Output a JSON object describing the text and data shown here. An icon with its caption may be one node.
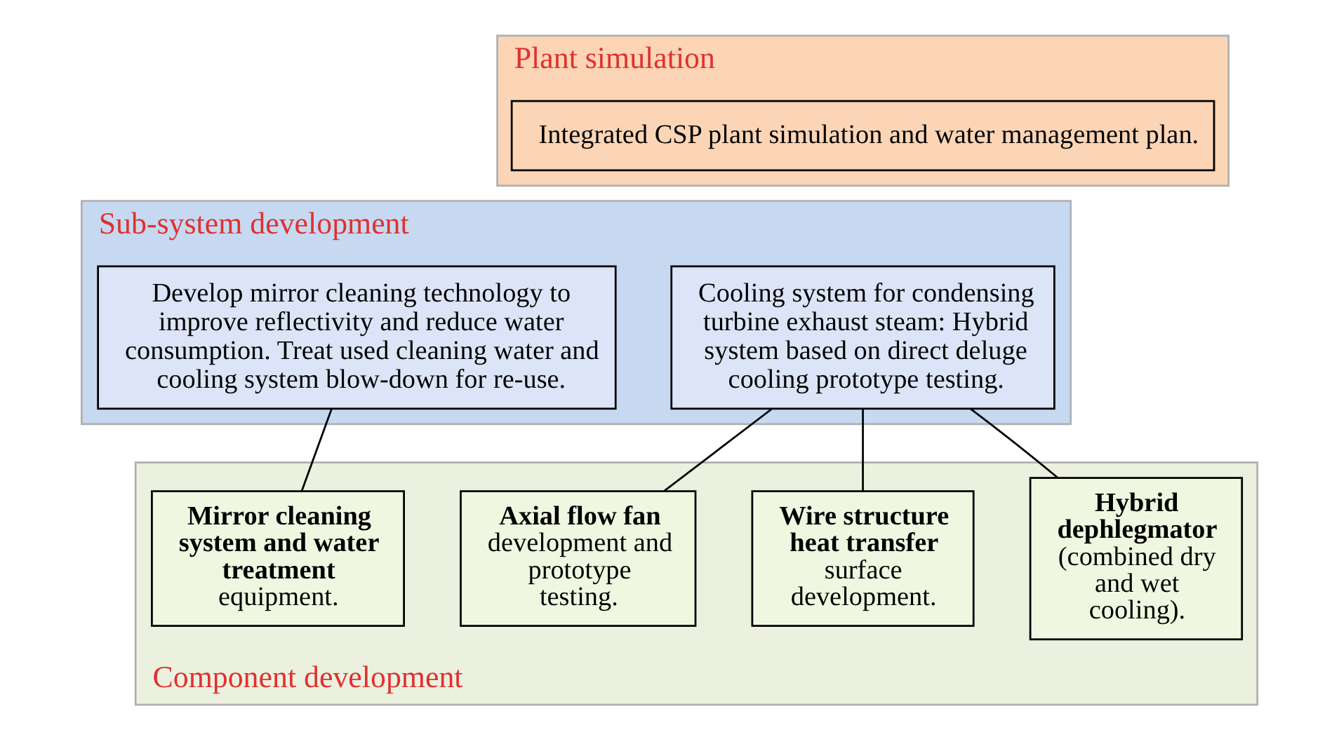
{
  "diagram": {
    "nodes": [
      {
        "text": [
          "Plant simulation"
        ]
      },
      {
        "text": [
          "Integrated CSP plant simulation and water management plan."
        ],
        "in": 0
      },
      {
        "text": [
          "Sub-system development"
        ]
      },
      {
        "text": [
          "Cooling system for condensing turbine exhaust steam: Hybrid system based on direct deluge cooling prototype testing."
        ],
        "in": 2
      },
      {
        "text": [
          "Develop mirror cleaning technology to improve reflectivity and reduce water consumption. Treat used cleaning water and cooling system blow-down for re-use."
        ],
        "in": 2
      },
      {
        "text": [
          "Component development"
        ]
      },
      {
        "text": [
          "Hybrid dephlegmator",
          "(combined dry and wet cooling)."
        ],
        "in": 5
      },
      {
        "text": [
          "Wire structure heat transfer",
          "surface development."
        ],
        "in": 5
      },
      {
        "text": [
          "Axial flow fan",
          "development and prototype testing."
        ],
        "in": 5
      },
      {
        "text": [
          "Mirror cleaning system and water treatment",
          "equipment."
        ],
        "in": 5
      }
    ],
    "edges": [
      {
        "from": 6,
        "to": 3,
        "arrow": "none"
      },
      {
        "from": 7,
        "to": 3,
        "arrow": "none"
      },
      {
        "from": 8,
        "to": 3,
        "arrow": "none"
      },
      {
        "from": 9,
        "to": 4,
        "arrow": "none"
      }
    ]
  }
}
